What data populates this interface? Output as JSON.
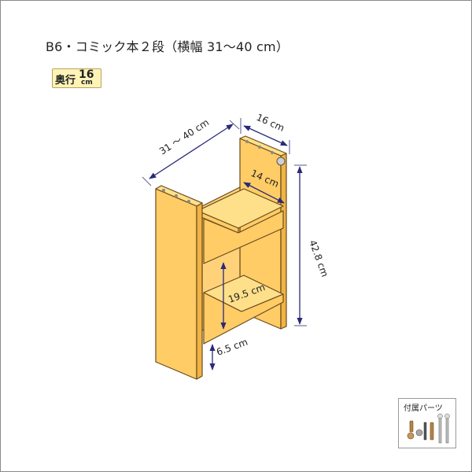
{
  "title": "B6・コミック本２段（横幅 31～40 cm）",
  "badge": {
    "label": "奥行",
    "number": "16",
    "unit": "cm"
  },
  "dimensions": {
    "width": "31 ～ 40 cm",
    "depth_outer": "16 cm",
    "depth_inner": "14 cm",
    "height": "42.8 cm",
    "shelf_gap": "19.5 cm",
    "base_gap": "6.5 cm"
  },
  "parts_box": {
    "label": "付属パーツ"
  },
  "colors": {
    "wood_front": "#ffcc66",
    "wood_side": "#f0b444",
    "wood_top": "#ffe08a",
    "outline": "#6b4a1c",
    "dimension_line": "#2a2a78"
  }
}
